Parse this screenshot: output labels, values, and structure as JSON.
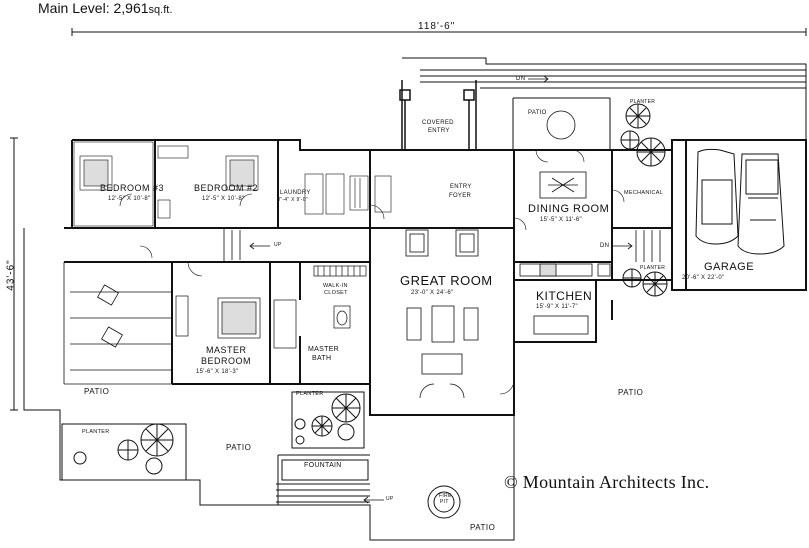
{
  "header": {
    "main_level_label": "Main Level: 2,961",
    "main_level_unit": "sq.ft."
  },
  "dimensions": {
    "overall_width": "118'-6\"",
    "overall_depth": "43'-6\""
  },
  "rooms": {
    "bedroom3": {
      "name": "BEDROOM #3",
      "size": "12'-5\" X 10'-8\""
    },
    "bedroom2": {
      "name": "BEDROOM #2",
      "size": "12'-5\" X 10'-8\""
    },
    "laundry": {
      "name": "LAUNDRY",
      "size": "7'-4\" X 9'-0\""
    },
    "covered_entry": {
      "line1": "COVERED",
      "line2": "ENTRY"
    },
    "entry_foyer": {
      "line1": "ENTRY",
      "line2": "FOYER"
    },
    "great_room": {
      "name": "GREAT ROOM",
      "size": "23'-0\" X 24'-6\""
    },
    "dining_room": {
      "name": "DINING ROOM",
      "size": "15'-5\" X 11'-6\""
    },
    "mechanical": {
      "name": "MECHANICAL"
    },
    "kitchen": {
      "name": "KITCHEN",
      "size": "15'-9\" X 11'-7\""
    },
    "garage": {
      "name": "GARAGE",
      "size": "20'-6\" X 22'-0\""
    },
    "walk_in_closet": {
      "line1": "WALK-IN",
      "line2": "CLOSET"
    },
    "master_bedroom": {
      "line1": "MASTER",
      "line2": "BEDROOM",
      "size": "15'-6\" X 18'-3\""
    },
    "master_bath": {
      "line1": "MASTER",
      "line2": "BATH"
    }
  },
  "outdoor": {
    "patio_top": "PATIO",
    "patio_west": "PATIO",
    "patio_southwest": "PATIO",
    "patio_east": "PATIO",
    "patio_south": "PATIO",
    "planter_top": "PLANTER",
    "planter_kitchen": "PLANTER",
    "planter_master": "PLANTER",
    "planter_sw": "PLANTER",
    "fountain": "FOUNTAIN",
    "fire_pit_line1": "FIRE",
    "fire_pit_line2": "PIT"
  },
  "stair_marks": {
    "dn_top": "DN",
    "dn_garage": "DN",
    "up_hall": "UP",
    "up_south": "UP"
  },
  "copyright": "© Mountain Architects Inc."
}
